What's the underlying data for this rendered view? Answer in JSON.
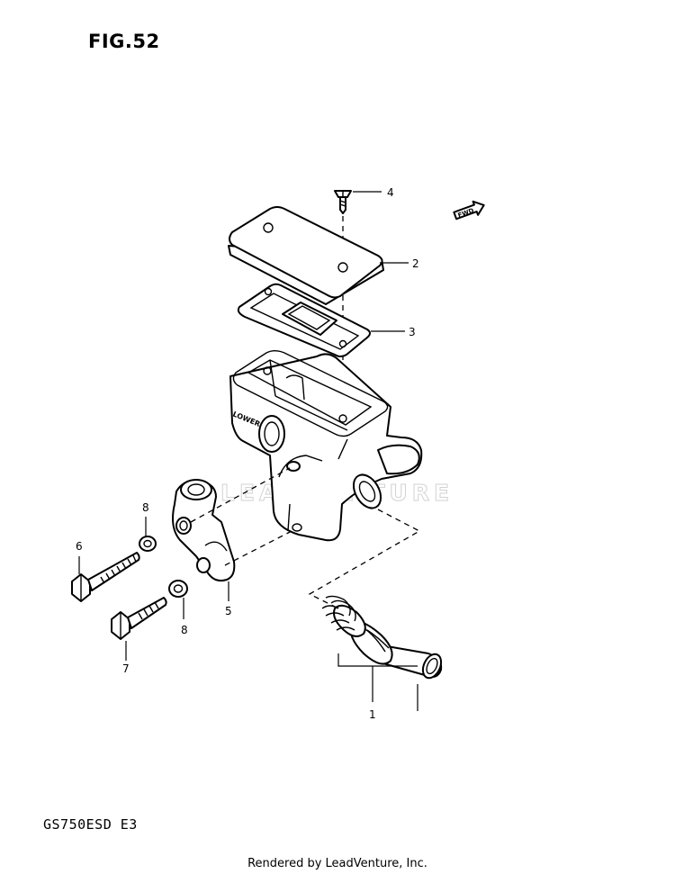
{
  "figure_title": "FIG.52",
  "model_code": "GS750ESD E3",
  "footer": "Rendered by LeadVenture, Inc.",
  "watermark": "LEADVENTURE",
  "fwd_marker": "FWD",
  "reservoir_cast_text": "LOWER",
  "callouts": {
    "c1": "1",
    "c2": "2",
    "c3": "3",
    "c4": "4",
    "c5": "5",
    "c6": "6",
    "c7": "7",
    "c8a": "8",
    "c8b": "8"
  },
  "icons": [
    "fwd-arrow-icon",
    "screw-icon",
    "bolt-icon",
    "washer-icon"
  ]
}
